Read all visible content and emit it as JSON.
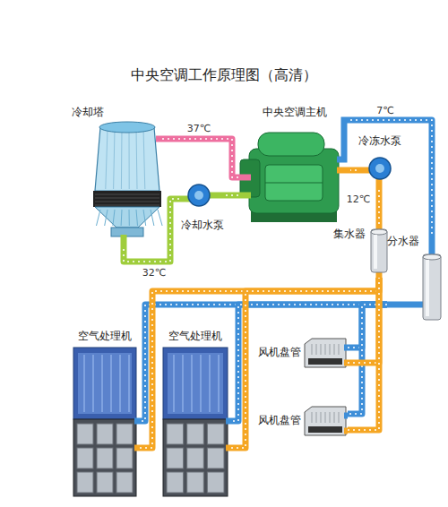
{
  "diagram": {
    "title": "中央空调工作原理图（高清）",
    "nodes": [
      {
        "text": [
          "冷却塔"
        ]
      },
      {
        "text": [
          "中央空调主机"
        ]
      },
      {
        "text": [
          "冷冻水泵"
        ]
      },
      {
        "text": [
          "冷却水泵"
        ]
      },
      {
        "text": [
          "集水器"
        ]
      },
      {
        "text": [
          "分水器"
        ]
      },
      {
        "text": [
          "空气处理机"
        ]
      },
      {
        "text": [
          "空气处理机"
        ]
      },
      {
        "text": [
          "风机盘管"
        ]
      },
      {
        "text": [
          "风机盘管"
        ]
      }
    ],
    "edges": [
      {
        "from": 1,
        "to": 0,
        "label": "37℃",
        "arrow": "none"
      },
      {
        "from": 0,
        "to": 3,
        "label": "32℃",
        "arrow": "none"
      },
      {
        "from": 3,
        "to": 1,
        "arrow": "none"
      },
      {
        "from": 1,
        "to": 5,
        "label": "7℃",
        "arrow": "none"
      },
      {
        "from": 4,
        "to": 2,
        "arrow": "none"
      },
      {
        "from": 2,
        "to": 1,
        "label": "12℃",
        "arrow": "none"
      },
      {
        "from": 5,
        "to": 6,
        "arrow": "none"
      },
      {
        "from": 5,
        "to": 7,
        "arrow": "none"
      },
      {
        "from": 5,
        "to": 8,
        "arrow": "none"
      },
      {
        "from": 5,
        "to": 9,
        "arrow": "none"
      },
      {
        "from": 6,
        "to": 4,
        "arrow": "none"
      },
      {
        "from": 7,
        "to": 4,
        "arrow": "none"
      },
      {
        "from": 8,
        "to": 4,
        "arrow": "none"
      },
      {
        "from": 9,
        "to": 4,
        "arrow": "none"
      }
    ]
  }
}
